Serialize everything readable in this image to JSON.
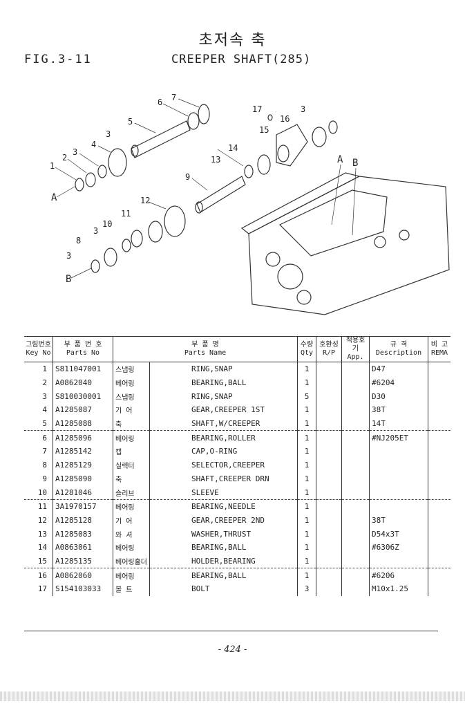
{
  "header": {
    "korean_title": "초저속 축",
    "figure": "FIG.3-11",
    "title": "CREEPER SHAFT(285)"
  },
  "diagram": {
    "callouts": [
      "1",
      "2",
      "3",
      "4",
      "3",
      "5",
      "6",
      "7",
      "17",
      "16",
      "3",
      "15",
      "14",
      "13",
      "9",
      "12",
      "11",
      "10",
      "3",
      "8",
      "3",
      "A",
      "B",
      "A",
      "B"
    ]
  },
  "table": {
    "headers": {
      "key_kr": "그림번호",
      "key_en": "Key No",
      "part_no_kr": "부 품 번 호",
      "part_no_en": "Parts No",
      "name_kr": "부 품 명",
      "name_en": "Parts Name",
      "qty_kr": "수량",
      "qty_en": "Qty",
      "rp_kr": "호환성",
      "rp_en": "R/P",
      "app_kr": "적용호기",
      "app_en": "App.",
      "desc_kr": "규 격",
      "desc_en": "Description",
      "rem_kr": "비 고",
      "rem_en": "REMA"
    },
    "rows": [
      {
        "key": "1",
        "part_no": "S811047001",
        "name_kr": "스냅링",
        "name": "RING,SNAP",
        "qty": "1",
        "desc": "D47"
      },
      {
        "key": "2",
        "part_no": "A0862040",
        "name_kr": "베어링",
        "name": "BEARING,BALL",
        "qty": "1",
        "desc": "#6204"
      },
      {
        "key": "3",
        "part_no": "S810030001",
        "name_kr": "스냅링",
        "name": "RING,SNAP",
        "qty": "5",
        "desc": "D30"
      },
      {
        "key": "4",
        "part_no": "A1285087",
        "name_kr": "기 어",
        "name": "GEAR,CREEPER 1ST",
        "qty": "1",
        "desc": "38T"
      },
      {
        "key": "5",
        "part_no": "A1285088",
        "name_kr": "축",
        "name": "SHAFT,W/CREEPER",
        "qty": "1",
        "desc": "14T"
      },
      {
        "key": "6",
        "part_no": "A1285096",
        "name_kr": "베어링",
        "name": "BEARING,ROLLER",
        "qty": "1",
        "desc": "#NJ205ET"
      },
      {
        "key": "7",
        "part_no": "A1285142",
        "name_kr": "캡",
        "name": "CAP,O-RING",
        "qty": "1",
        "desc": ""
      },
      {
        "key": "8",
        "part_no": "A1285129",
        "name_kr": "실렉터",
        "name": "SELECTOR,CREEPER",
        "qty": "1",
        "desc": ""
      },
      {
        "key": "9",
        "part_no": "A1285090",
        "name_kr": "축",
        "name": "SHAFT,CREEPER DRN",
        "qty": "1",
        "desc": ""
      },
      {
        "key": "10",
        "part_no": "A1281046",
        "name_kr": "슬리브",
        "name": "SLEEVE",
        "qty": "1",
        "desc": ""
      },
      {
        "key": "11",
        "part_no": "3A1970157",
        "name_kr": "베어링",
        "name": "BEARING,NEEDLE",
        "qty": "1",
        "desc": ""
      },
      {
        "key": "12",
        "part_no": "A1285128",
        "name_kr": "기 어",
        "name": "GEAR,CREEPER 2ND",
        "qty": "1",
        "desc": "38T"
      },
      {
        "key": "13",
        "part_no": "A1285083",
        "name_kr": "와 셔",
        "name": "WASHER,THRUST",
        "qty": "1",
        "desc": "D54x3T"
      },
      {
        "key": "14",
        "part_no": "A0863061",
        "name_kr": "베어링",
        "name": "BEARING,BALL",
        "qty": "1",
        "desc": "#6306Z"
      },
      {
        "key": "15",
        "part_no": "A1285135",
        "name_kr": "베어링홀더",
        "name": "HOLDER,BEARING",
        "qty": "1",
        "desc": ""
      },
      {
        "key": "16",
        "part_no": "A0862060",
        "name_kr": "베어링",
        "name": "BEARING,BALL",
        "qty": "1",
        "desc": "#6206"
      },
      {
        "key": "17",
        "part_no": "S154103033",
        "name_kr": "볼 트",
        "name": "BOLT",
        "qty": "3",
        "desc": "M10x1.25"
      }
    ]
  },
  "footer": {
    "page": "- 424 -"
  }
}
